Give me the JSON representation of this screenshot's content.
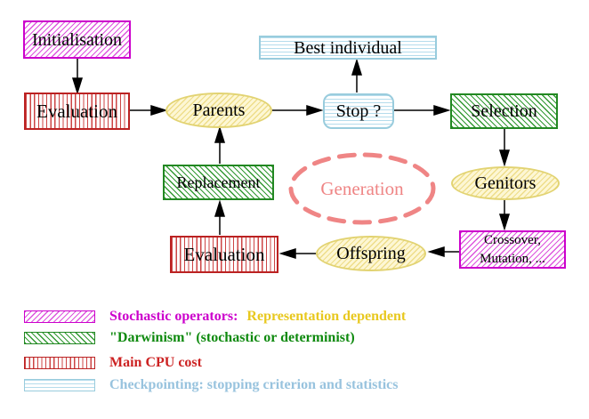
{
  "nodes": {
    "initialisation": "Initialisation",
    "evaluation_top": "Evaluation",
    "parents": "Parents",
    "best_individual": "Best individual",
    "stop": "Stop ?",
    "selection": "Selection",
    "genitors": "Genitors",
    "crossover_line1": "Crossover,",
    "crossover_line2": "Mutation, ...",
    "offspring": "Offspring",
    "evaluation_bottom": "Evaluation",
    "replacement": "Replacement",
    "generation": "Generation"
  },
  "legend": {
    "items": [
      {
        "swatch": "magenta-diagonal-hatch",
        "label": "Stochastic operators:",
        "label_suffix": "Representation dependent",
        "label_color": "#cc00cc",
        "suffix_color": "#e8c81f"
      },
      {
        "swatch": "green-diagonal-hatch",
        "label": "\"Darwinism\" (stochastic or determinist)",
        "label_color": "#0f8a0f"
      },
      {
        "swatch": "red-vertical-stripes",
        "label": "Main CPU cost",
        "label_color": "#cc2222"
      },
      {
        "swatch": "cyan-horizontal-stripes",
        "label": "Checkpointing: stopping criterion and statistics",
        "label_color": "#98c3de"
      }
    ]
  },
  "colors": {
    "magenta": "#cc00cc",
    "red": "#bb2222",
    "green": "#228822",
    "cyan": "#99ccdd",
    "yellow": "#e2d372",
    "coral": "#ef8585",
    "arrow": "#000000"
  }
}
